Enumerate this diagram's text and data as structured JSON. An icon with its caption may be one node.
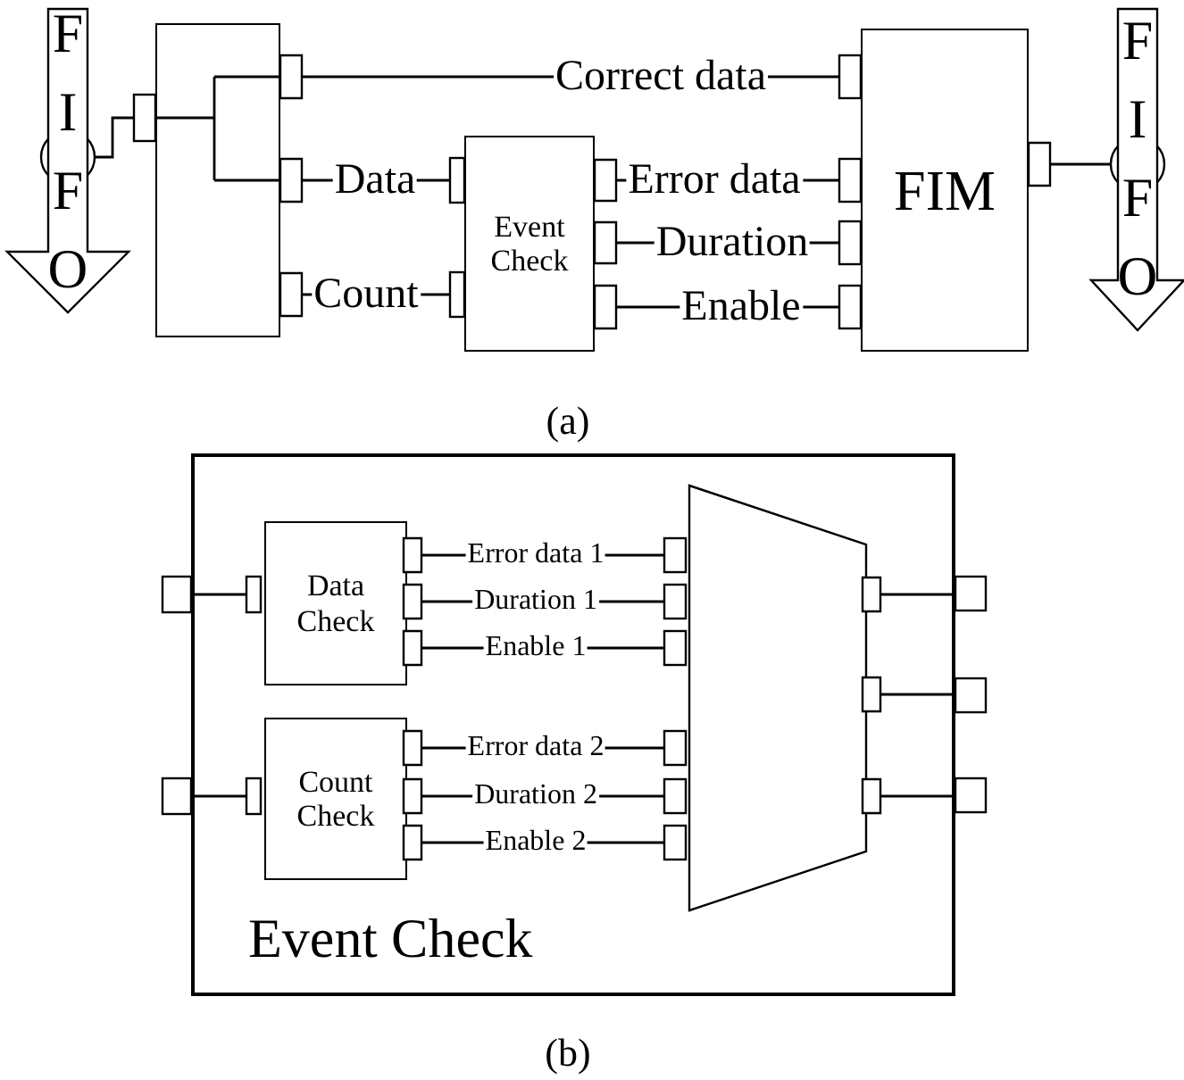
{
  "diagram": {
    "nodes": [
      {
        "text": [
          "FIFO"
        ]
      },
      {
        "text": [],
        "shape": "box"
      },
      {
        "text": [
          "Event Check"
        ]
      },
      {
        "text": [
          "FIM"
        ]
      },
      {
        "text": [
          "FIFO"
        ]
      },
      {
        "text": [
          "Event Check"
        ]
      },
      {
        "text": [
          "Data Check"
        ],
        "in": 5
      },
      {
        "text": [
          "Count Check"
        ],
        "in": 5
      },
      {
        "text": [],
        "shape": "trapezoid",
        "in": 5
      }
    ],
    "edges": [
      {
        "from": 0,
        "to": 1,
        "arrow": "other"
      },
      {
        "from": 1,
        "to": 3,
        "label": "Correct data",
        "arrow": "other"
      },
      {
        "from": 1,
        "to": 2,
        "label": "Data",
        "arrow": "other"
      },
      {
        "from": 1,
        "to": 2,
        "label": "Count",
        "arrow": "other"
      },
      {
        "from": 2,
        "to": 3,
        "label": "Error data",
        "arrow": "other"
      },
      {
        "from": 2,
        "to": 3,
        "label": "Duration",
        "arrow": "other"
      },
      {
        "from": 2,
        "to": 3,
        "label": "Enable",
        "arrow": "other"
      },
      {
        "from": 3,
        "to": 4,
        "arrow": "other"
      },
      {
        "from": 5,
        "to": 6,
        "arrow": "other"
      },
      {
        "from": 5,
        "to": 7,
        "arrow": "other"
      },
      {
        "from": 6,
        "to": 8,
        "label": "Error data 1",
        "arrow": "other"
      },
      {
        "from": 6,
        "to": 8,
        "label": "Duration 1",
        "arrow": "other"
      },
      {
        "from": 6,
        "to": 8,
        "label": "Enable 1",
        "arrow": "other"
      },
      {
        "from": 7,
        "to": 8,
        "label": "Error data 2",
        "arrow": "other"
      },
      {
        "from": 7,
        "to": 8,
        "label": "Duration 2",
        "arrow": "other"
      },
      {
        "from": 7,
        "to": 8,
        "label": "Enable 2",
        "arrow": "other"
      },
      {
        "from": 8,
        "to": 5,
        "arrow": "other"
      },
      {
        "from": 8,
        "to": 5,
        "arrow": "other"
      },
      {
        "from": 8,
        "to": 5,
        "arrow": "other"
      }
    ],
    "labels": [
      "(a)",
      "(b)"
    ]
  }
}
